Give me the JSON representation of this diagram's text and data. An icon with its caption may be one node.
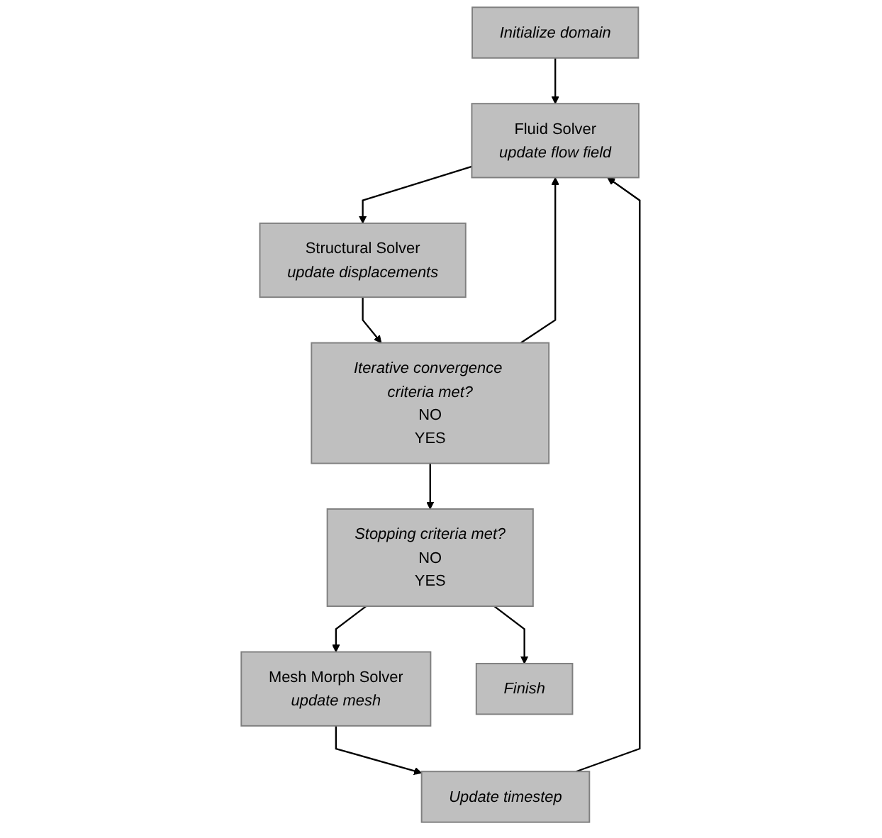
{
  "diagram": {
    "nodes": [
      {
        "text": [
          "Initialize domain"
        ]
      },
      {
        "text": [
          "Fluid Solver",
          "update flow field"
        ]
      },
      {
        "text": [
          "Structural Solver",
          "update displacements"
        ]
      },
      {
        "text": [
          "Iterative convergence criteria met?",
          "NO",
          "YES"
        ]
      },
      {
        "text": [
          "Update timestep"
        ]
      },
      {
        "text": [
          "Mesh Morph Solver",
          "update mesh"
        ]
      },
      {
        "text": [
          "Stopping criteria met?",
          "NO",
          "YES"
        ]
      },
      {
        "text": [
          "Finish"
        ]
      }
    ],
    "edges": [
      {
        "from": 0,
        "to": 1,
        "arrow": "to"
      },
      {
        "from": 1,
        "to": 2,
        "arrow": "to"
      },
      {
        "from": 2,
        "to": 3,
        "arrow": "to"
      },
      {
        "from": 3,
        "to": 1,
        "arrow": "to"
      },
      {
        "from": 3,
        "to": 6,
        "arrow": "to"
      },
      {
        "from": 6,
        "to": 5,
        "arrow": "to"
      },
      {
        "from": 5,
        "to": 4,
        "arrow": "to"
      },
      {
        "from": 4,
        "to": 1,
        "arrow": "to"
      },
      {
        "from": 6,
        "to": 7,
        "arrow": "to"
      }
    ]
  }
}
